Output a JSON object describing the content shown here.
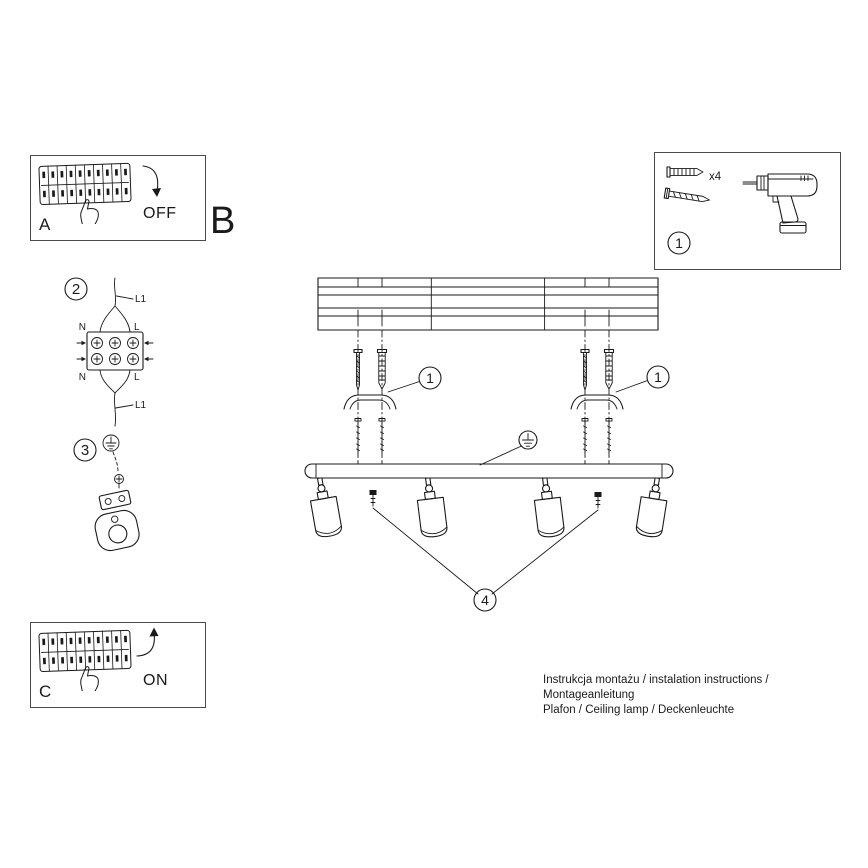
{
  "document": {
    "title_letter": "B",
    "footer_line1": "Instrukcja montażu / instalation instructions / Montageanleitung",
    "footer_line2": "Plafon / Ceiling lamp / Deckenleuchte"
  },
  "colors": {
    "ink": "#1a1a1a",
    "box_border": "#4a4a4a",
    "background": "#ffffff"
  },
  "panel_a": {
    "label": "A",
    "state": "OFF"
  },
  "panel_c": {
    "label": "C",
    "state": "ON"
  },
  "steps": {
    "one": "1",
    "two": "2",
    "three": "3",
    "four": "4"
  },
  "hardware": {
    "anchor_quantity": "x4"
  },
  "wiring": {
    "l1_top": "L1",
    "n_in": "N",
    "l_in": "L",
    "n_out": "N",
    "l_out": "L",
    "l1_bottom": "L1"
  }
}
